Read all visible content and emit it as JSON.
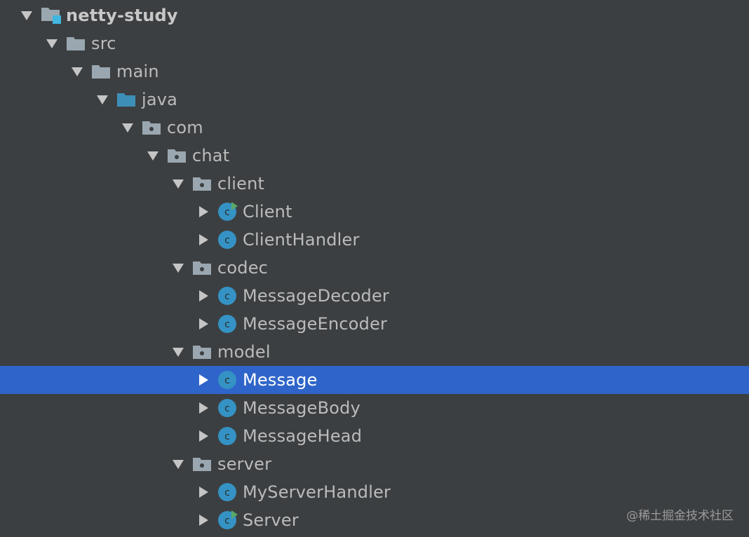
{
  "tree": {
    "rows": [
      {
        "label": "netty-study",
        "level": 0,
        "expanded": true,
        "icon": "module-folder-icon",
        "bold": true
      },
      {
        "label": "src",
        "level": 1,
        "expanded": true,
        "icon": "folder-icon"
      },
      {
        "label": "main",
        "level": 2,
        "expanded": true,
        "icon": "folder-icon"
      },
      {
        "label": "java",
        "level": 3,
        "expanded": true,
        "icon": "source-root-folder-icon"
      },
      {
        "label": "com",
        "level": 4,
        "expanded": true,
        "icon": "package-icon"
      },
      {
        "label": "chat",
        "level": 5,
        "expanded": true,
        "icon": "package-icon"
      },
      {
        "label": "client",
        "level": 6,
        "expanded": true,
        "icon": "package-icon"
      },
      {
        "label": "Client",
        "level": 7,
        "expanded": false,
        "icon": "runnable-class-icon"
      },
      {
        "label": "ClientHandler",
        "level": 7,
        "expanded": false,
        "icon": "class-icon"
      },
      {
        "label": "codec",
        "level": 6,
        "expanded": true,
        "icon": "package-icon"
      },
      {
        "label": "MessageDecoder",
        "level": 7,
        "expanded": false,
        "icon": "class-icon"
      },
      {
        "label": "MessageEncoder",
        "level": 7,
        "expanded": false,
        "icon": "class-icon"
      },
      {
        "label": "model",
        "level": 6,
        "expanded": true,
        "icon": "package-icon"
      },
      {
        "label": "Message",
        "level": 7,
        "expanded": false,
        "icon": "class-icon",
        "selected": true
      },
      {
        "label": "MessageBody",
        "level": 7,
        "expanded": false,
        "icon": "class-icon"
      },
      {
        "label": "MessageHead",
        "level": 7,
        "expanded": false,
        "icon": "class-icon"
      },
      {
        "label": "server",
        "level": 6,
        "expanded": true,
        "icon": "package-icon"
      },
      {
        "label": "MyServerHandler",
        "level": 7,
        "expanded": false,
        "icon": "class-icon"
      },
      {
        "label": "Server",
        "level": 7,
        "expanded": false,
        "icon": "runnable-class-icon"
      }
    ]
  },
  "watermark": "@稀土掘金技术社区",
  "colors": {
    "background": "#3c3f41",
    "selection": "#2f65ca",
    "text": "#bbbbbb",
    "folder": "#9aa7b0",
    "source_root": "#3d8fb8",
    "class_circle": "#3592c4",
    "run_triangle": "#59a869",
    "module_badge": "#40b6e0"
  }
}
